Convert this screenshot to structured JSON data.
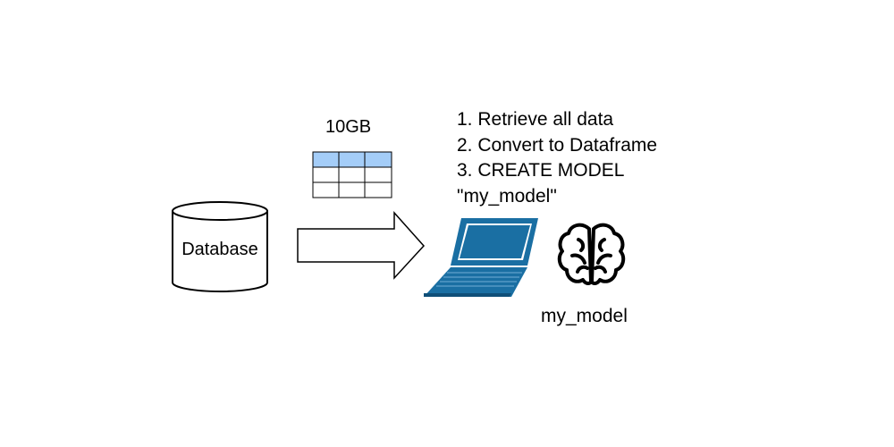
{
  "database": {
    "label": "Database"
  },
  "dataset": {
    "size_label": "10GB"
  },
  "steps": [
    "1. Retrieve all data",
    "2. Convert to Dataframe",
    "3. CREATE MODEL",
    "\"my_model\""
  ],
  "model": {
    "label": "my_model"
  },
  "colors": {
    "laptop": "#1a6fa3",
    "table_header": "#a4cdf8",
    "stroke": "#000000"
  }
}
